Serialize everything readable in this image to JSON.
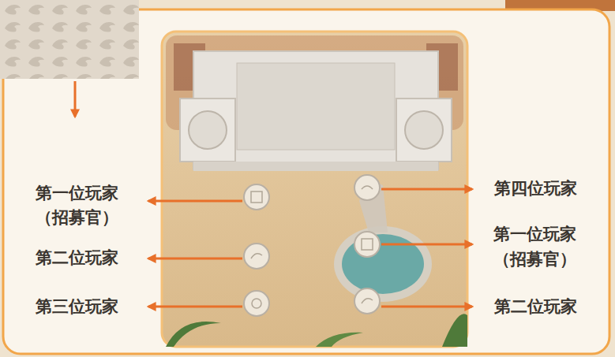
{
  "diagram": {
    "labels": [
      "第一位玩家",
      "（招募官）",
      "第二位玩家",
      "第三位玩家",
      "第四位玩家",
      "第一位玩家",
      "（招募官）",
      "第二位玩家"
    ]
  }
}
